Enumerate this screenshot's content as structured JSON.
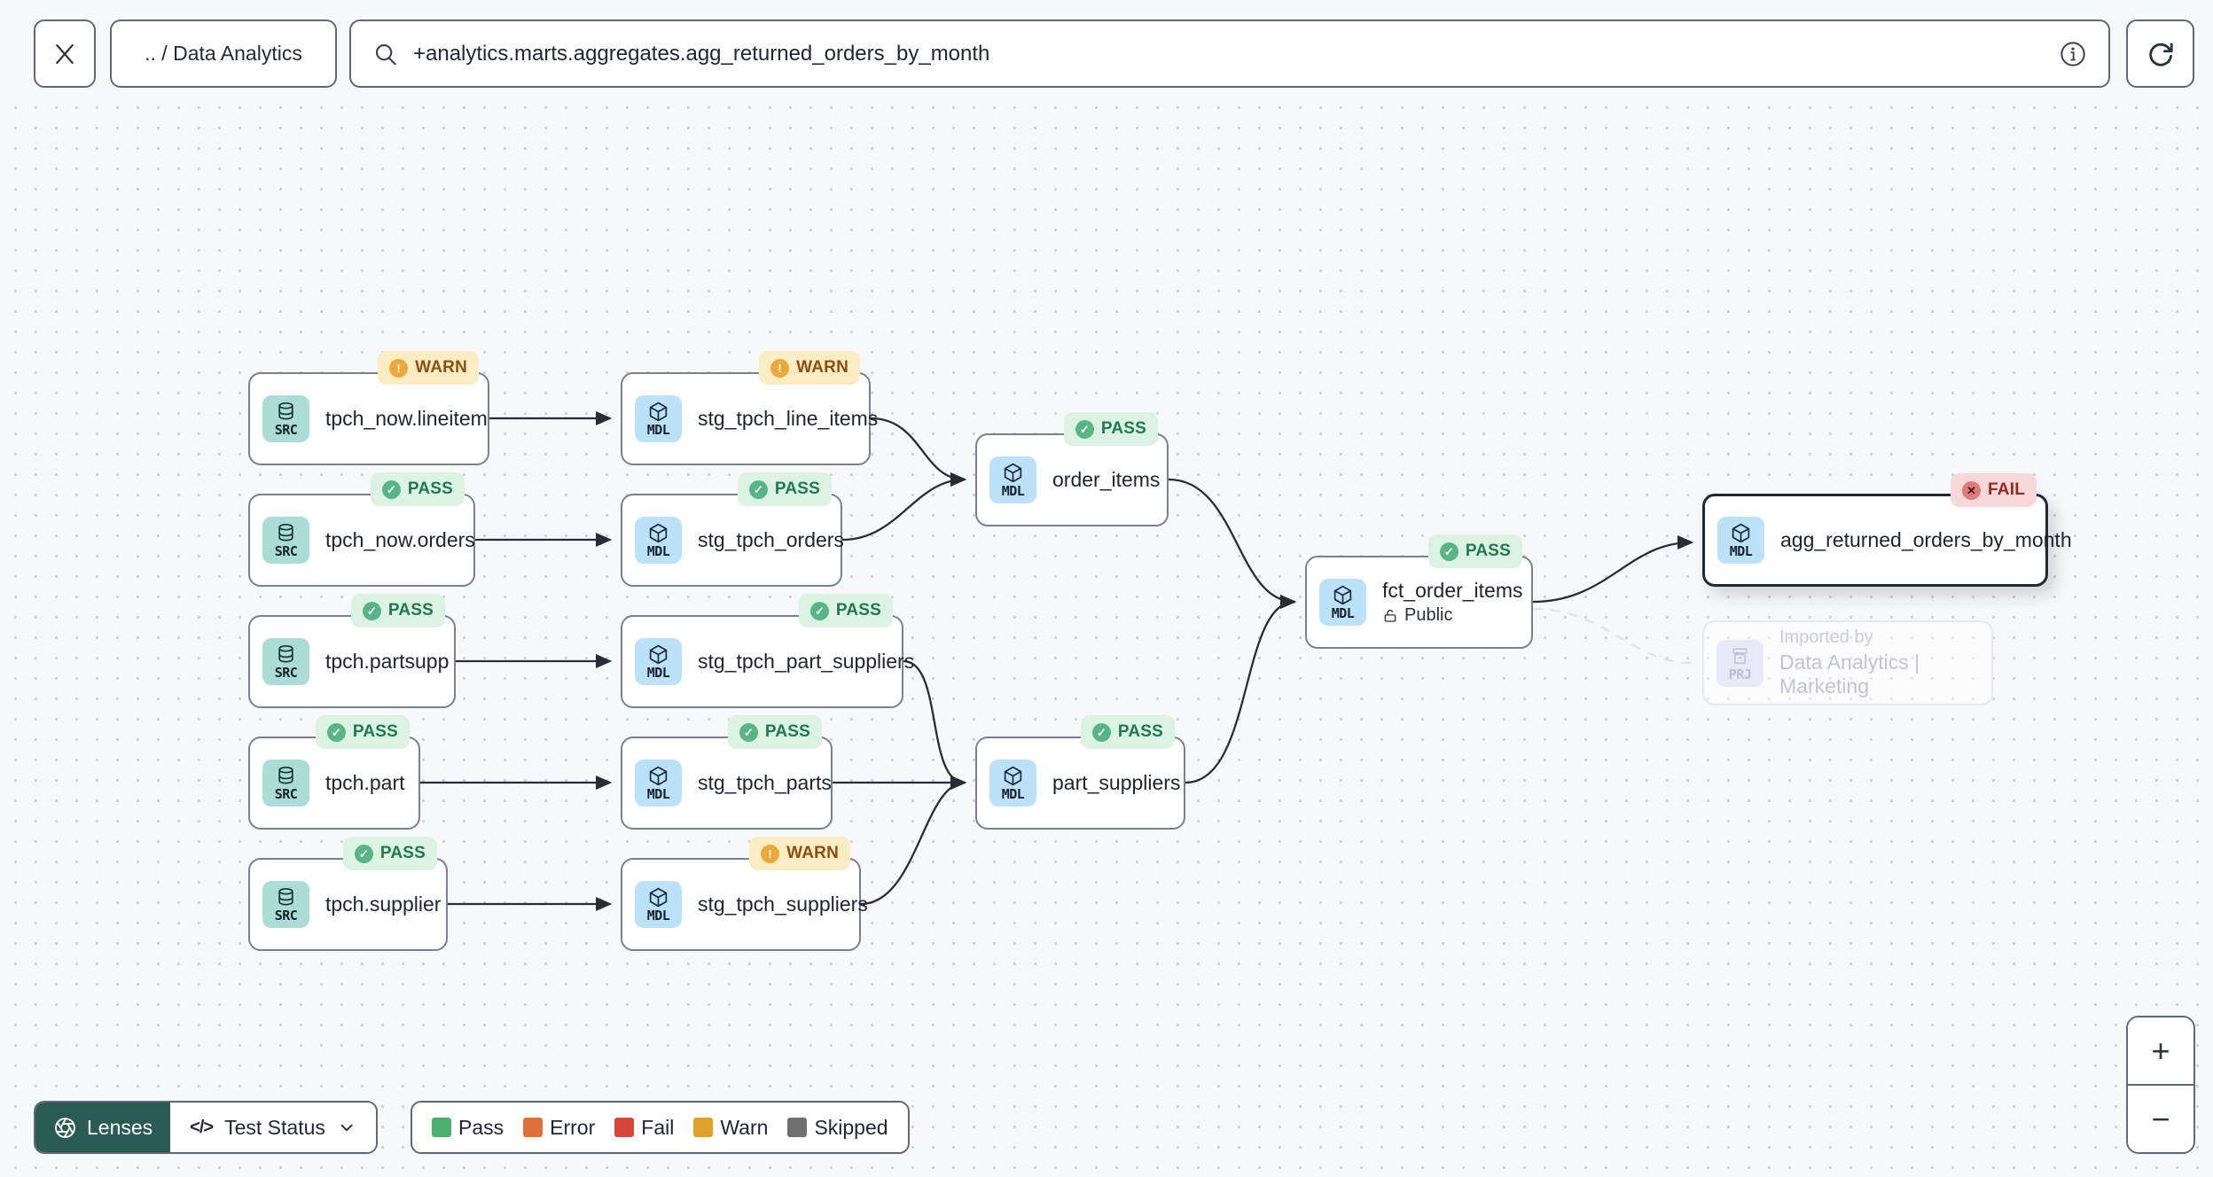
{
  "icons": {
    "check": "✓",
    "exclaim": "!",
    "cross": "✕",
    "plus": "+",
    "minus": "−",
    "code": "</>"
  },
  "header": {
    "breadcrumb": ".. / Data Analytics",
    "search_value": "+analytics.marts.aggregates.agg_returned_orders_by_month"
  },
  "graph": {
    "nodes": [
      {
        "type_label": "SRC",
        "label": "tpch_now.lineitem",
        "status": "WARN"
      },
      {
        "type_label": "MDL",
        "label": "stg_tpch_line_items",
        "status": "WARN"
      },
      {
        "type_label": "SRC",
        "label": "tpch_now.orders",
        "status": "PASS"
      },
      {
        "type_label": "MDL",
        "label": "stg_tpch_orders",
        "status": "PASS"
      },
      {
        "type_label": "MDL",
        "label": "order_items",
        "status": "PASS"
      },
      {
        "type_label": "SRC",
        "label": "tpch.partsupp",
        "status": "PASS"
      },
      {
        "type_label": "MDL",
        "label": "stg_tpch_part_suppliers",
        "status": "PASS"
      },
      {
        "type_label": "SRC",
        "label": "tpch.part",
        "status": "PASS"
      },
      {
        "type_label": "MDL",
        "label": "stg_tpch_parts",
        "status": "PASS"
      },
      {
        "type_label": "MDL",
        "label": "part_suppliers",
        "status": "PASS"
      },
      {
        "type_label": "SRC",
        "label": "tpch.supplier",
        "status": "PASS"
      },
      {
        "type_label": "MDL",
        "label": "stg_tpch_suppliers",
        "status": "WARN"
      },
      {
        "type_label": "MDL",
        "label": "fct_order_items",
        "status": "PASS",
        "access": "Public"
      },
      {
        "type_label": "MDL",
        "label": "agg_returned_orders_by_month",
        "status": "FAIL",
        "selected": true
      },
      {
        "type_label": "PRJ",
        "label": "Imported by",
        "sublabel": "Data Analytics | Marketing"
      }
    ]
  },
  "footer": {
    "lenses_label": "Lenses",
    "lens_selector_label": "Test Status",
    "legend": {
      "items": [
        {
          "label": "Pass",
          "color": "#4CAF72"
        },
        {
          "label": "Error",
          "color": "#E0703C"
        },
        {
          "label": "Fail",
          "color": "#D8453C"
        },
        {
          "label": "Warn",
          "color": "#DFA32C"
        },
        {
          "label": "Skipped",
          "color": "#6F6F6F"
        }
      ]
    }
  },
  "status_colors": {
    "pass": "#57B586",
    "warn": "#EBA93C",
    "fail": "#DD7A7A"
  }
}
